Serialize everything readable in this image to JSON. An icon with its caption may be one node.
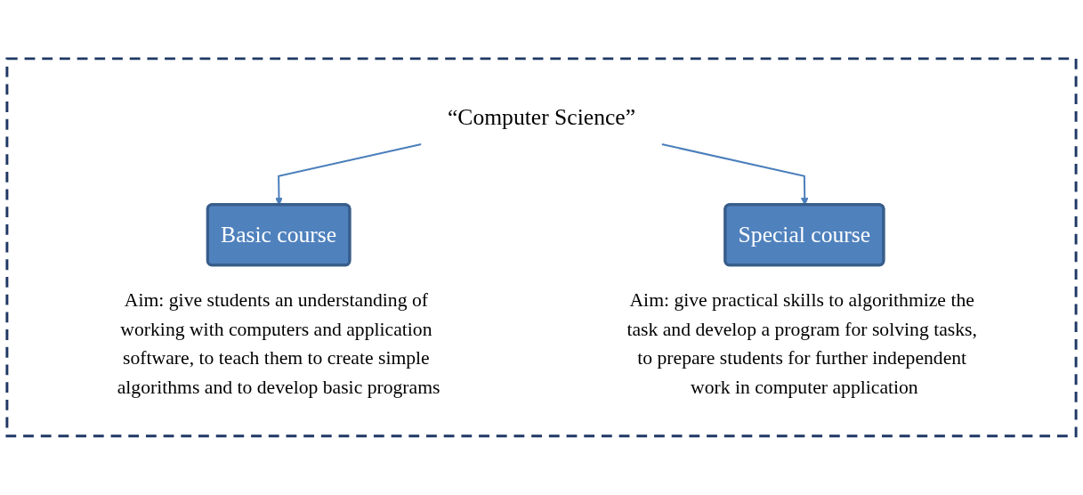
{
  "diagram": {
    "nodes": [
      {
        "text": [],
        "shape": "box"
      },
      {
        "text": [
          "“Computer Science”"
        ],
        "in": 0
      },
      {
        "text": [
          "Basic course"
        ],
        "in": 0,
        "beside": [
          "Aim: give students an understanding of working with computers and application software, to teach them to create simple algorithms and to develop basic programs"
        ]
      },
      {
        "text": [
          "Special course"
        ],
        "in": 0,
        "beside": [
          "Aim: give practical skills to algorithmize the task and develop a program for solving tasks, to prepare students for further independent work in computer application"
        ]
      }
    ],
    "edges": [
      {
        "from": 1,
        "to": 2,
        "arrow": "to",
        "color": "#4a7ebb"
      },
      {
        "from": 1,
        "to": 3,
        "arrow": "to",
        "color": "#4a7ebb"
      }
    ]
  }
}
